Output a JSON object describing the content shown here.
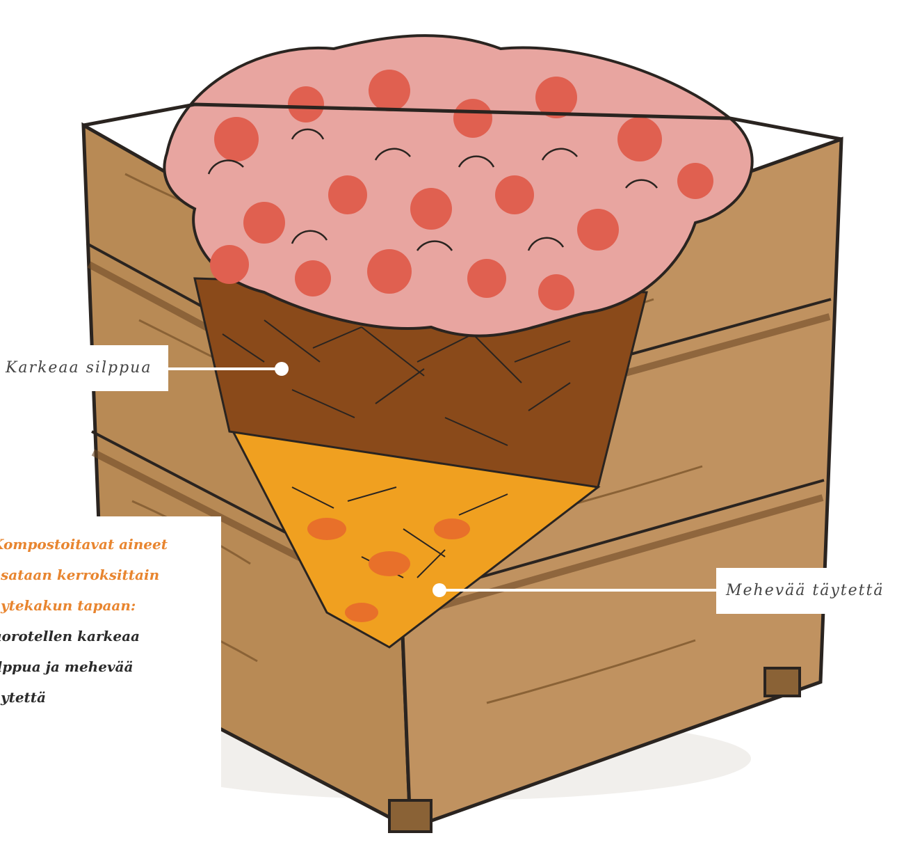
{
  "labels": {
    "coarse": "Karkeaa silppua",
    "juicy": "Mehevää täytettä"
  },
  "caption": {
    "highlight_lines": [
      "Kompostoitavat aineet",
      "asataan kerroksittain",
      "äytekakun tapaan:"
    ],
    "body_lines": [
      "uorotellen karkeaa",
      "ilppua ja mehevää",
      "äytettä"
    ]
  },
  "colors": {
    "wood": "#b88a55",
    "wood_dark": "#8a6236",
    "outline": "#2a2420",
    "pink_top": "#e8a5a0",
    "red_blob": "#e06050",
    "brown_layer": "#8a4a1a",
    "orange_layer": "#f0a020",
    "accent_text": "#e8852f"
  }
}
